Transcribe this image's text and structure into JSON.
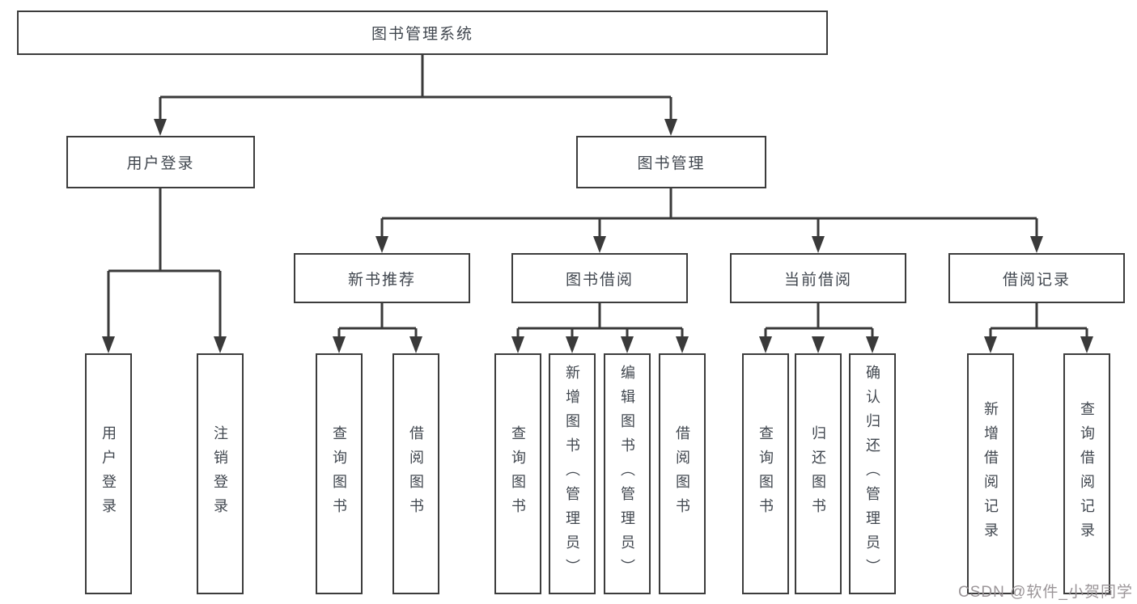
{
  "colors": {
    "canvas-bg": "#ffffff",
    "box-border": "#3c3c3c",
    "box-bg": "#ffffff",
    "line": "#3a3a3a",
    "text": "#41474f",
    "watermark": "rgba(150,143,146,0.95)"
  },
  "diagram": {
    "type": "tree",
    "root": {
      "label": "图书管理系统",
      "children": [
        {
          "label": "用户登录",
          "children": [
            {
              "label": "用户登录"
            },
            {
              "label": "注销登录"
            }
          ]
        },
        {
          "label": "图书管理",
          "children": [
            {
              "label": "新书推荐",
              "children": [
                {
                  "label": "查询图书"
                },
                {
                  "label": "借阅图书"
                }
              ]
            },
            {
              "label": "图书借阅",
              "children": [
                {
                  "label": "查询图书"
                },
                {
                  "label": "新增图书（管理员）"
                },
                {
                  "label": "编辑图书（管理员）"
                },
                {
                  "label": "借阅图书"
                }
              ]
            },
            {
              "label": "当前借阅",
              "children": [
                {
                  "label": "查询图书"
                },
                {
                  "label": "归还图书"
                },
                {
                  "label": "确认归还（管理员）"
                }
              ]
            },
            {
              "label": "借阅记录",
              "children": [
                {
                  "label": "新增借阅记录"
                },
                {
                  "label": "查询借阅记录"
                }
              ]
            }
          ]
        }
      ]
    }
  },
  "watermark": {
    "text": "CSDN @软件_小贺同学"
  }
}
